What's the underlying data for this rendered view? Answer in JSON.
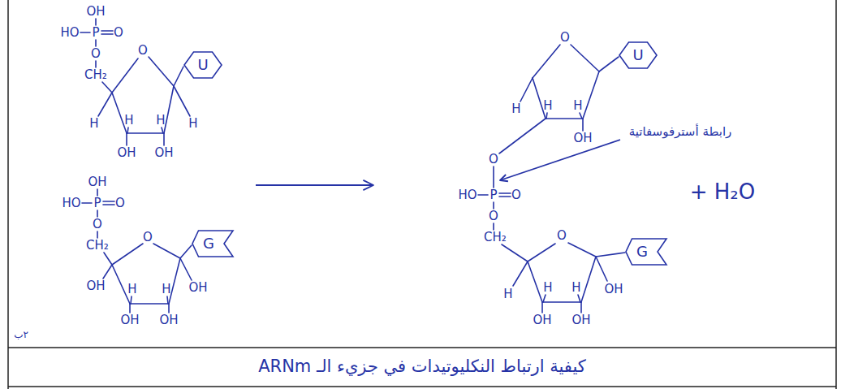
{
  "diagram": {
    "caption": "كيفية ارتباط النكليوتيدات في جزيء الـ ARNm",
    "nodes": [
      {
        "text": [
          "U"
        ]
      },
      {
        "text": [
          "G"
        ]
      },
      {
        "text": [
          "U"
        ]
      },
      {
        "text": [
          "G"
        ]
      }
    ],
    "labels": [
      "OH",
      "HO",
      "P",
      "O",
      "O",
      "CH₂",
      "O",
      "H",
      "H",
      "H",
      "H",
      "OH",
      "OH",
      "OH",
      "HO",
      "P",
      "O",
      "O",
      "CH₂",
      "O",
      "OH",
      "H",
      "H",
      "OH",
      "OH",
      "OH",
      "O",
      "H",
      "H",
      "H",
      "OH",
      "رابطة أسترفوسفاتية",
      "O",
      "HO",
      "P",
      "O",
      "+ H₂O",
      "O",
      "CH₂",
      "O",
      "H",
      "H",
      "H",
      "OH",
      "OH",
      "OH",
      "٢ب"
    ]
  }
}
